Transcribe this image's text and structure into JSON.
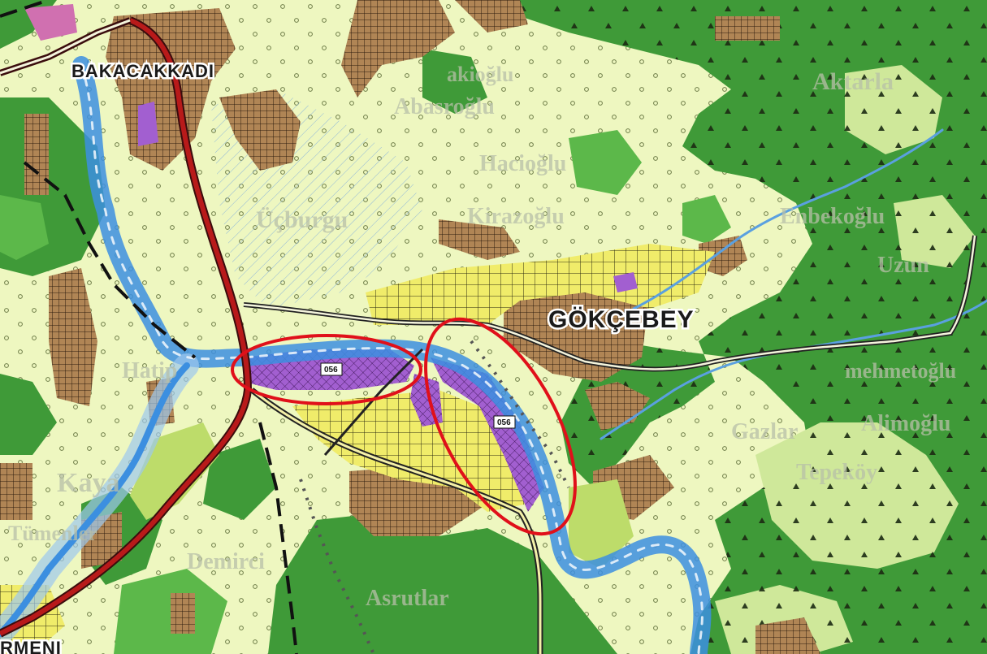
{
  "map": {
    "towns": [
      {
        "id": "bakacakkadi",
        "label": "BAKACAKKADI"
      },
      {
        "id": "gokcebey",
        "label": "GÖKÇEBEY"
      },
      {
        "id": "ermeni",
        "label": "RMENI"
      }
    ],
    "place_labels": [
      {
        "id": "yakioglu",
        "label": "akioğlu"
      },
      {
        "id": "abasoglu",
        "label": "Abasroğlu"
      },
      {
        "id": "aktarla",
        "label": "Aktarla"
      },
      {
        "id": "hacioglu",
        "label": "Hacioğlu"
      },
      {
        "id": "ucburgu",
        "label": "Üçburgu"
      },
      {
        "id": "kirazoglu",
        "label": "Kirazoğlu"
      },
      {
        "id": "enbekoglu",
        "label": "Enbekoğlu"
      },
      {
        "id": "uzun",
        "label": "Uzun"
      },
      {
        "id": "hatip",
        "label": "Hatip"
      },
      {
        "id": "kaya",
        "label": "Kaya"
      },
      {
        "id": "gazlar",
        "label": "Gazlar"
      },
      {
        "id": "alimoglu",
        "label": "Alimoğlu"
      },
      {
        "id": "tepekoy",
        "label": "Tepeköy"
      },
      {
        "id": "demirci",
        "label": "Demirci"
      },
      {
        "id": "asrutlar",
        "label": "Asrutlar"
      },
      {
        "id": "tumenler",
        "label": "Tümenler"
      },
      {
        "id": "mehmetoglu",
        "label": "mehmetoğlu"
      }
    ],
    "badges": [
      {
        "id": "badge-west",
        "label": "056"
      },
      {
        "id": "badge-east",
        "label": "056"
      }
    ],
    "highlights": [
      {
        "id": "highlight-west",
        "shape": "ellipse",
        "color": "#e0101a"
      },
      {
        "id": "highlight-east",
        "shape": "ellipse",
        "color": "#e0101a"
      }
    ],
    "legend_colors": {
      "agricultural_light": "#eef7c0",
      "agricultural_mid": "#cfe89a",
      "forest_dark": "#3f9a38",
      "forest_mid": "#5cb84a",
      "settlement_brown": "#b08555",
      "development_yellow": "#f0ec6a",
      "industry_purple": "#a25fd0",
      "river_blue": "#3c8fe0",
      "road_red": "#b81a1a",
      "highlight_red": "#e0101a"
    }
  }
}
